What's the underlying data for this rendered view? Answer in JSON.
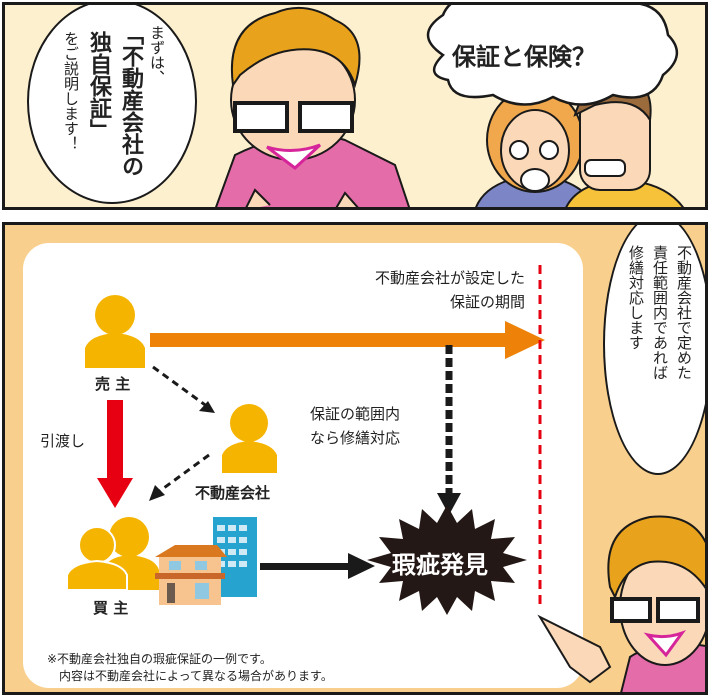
{
  "panel1": {
    "speech_bubble": {
      "line1": "まずは、",
      "line2": "「不動産会社の",
      "line3": "独自保証」",
      "line4": "をご説明します！"
    },
    "thought_bubble": "保証と保険？"
  },
  "panel2": {
    "diagram": {
      "seller_label": "売 主",
      "buyer_label": "買 主",
      "company_label": "不動産会社",
      "handover_label": "引渡し",
      "period_label_line1": "不動産会社が設定した",
      "period_label_line2": "保証の期間",
      "scope_label_line1": "保証の範囲内",
      "scope_label_line2": "なら修繕対応",
      "defect_label": "瑕疵発見",
      "note_line1": "※不動産会社独自の瑕疵保証の一例です。",
      "note_line2": "内容は不動産会社によって異なる場合があります。"
    },
    "speech_bubble": {
      "line1": "不動産会社で定めた",
      "line2": "責任範囲内であれば",
      "line3": "修繕対応します"
    }
  },
  "colors": {
    "person": "#f5b400",
    "period_arrow": "#ee8208",
    "handover_arrow": "#e60012",
    "deadline_line": "#e60012",
    "panel_bg": "#fdf0cf",
    "frame_bg": "#f9cf8d",
    "shirt": "#e46ca8",
    "hair": "#e8a21c"
  }
}
